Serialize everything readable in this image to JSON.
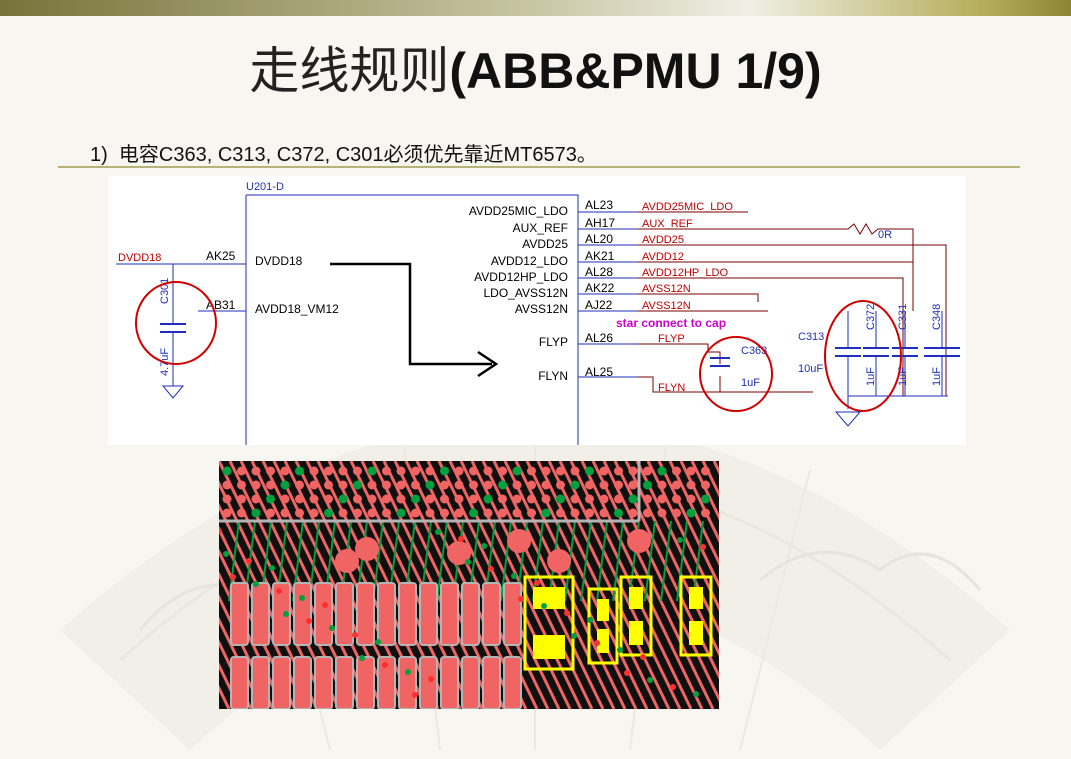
{
  "slide": {
    "title_cn": "走线规则",
    "title_en": "(ABB&PMU 1/9)",
    "bullet_num": "1)",
    "bullet_text": "电容C363, C313, C372, C301必须优先靠近MT6573。"
  },
  "schematic": {
    "part": "U201-D",
    "left_net": "DVDD18",
    "left_pins": [
      {
        "pin": "AK25",
        "name": "DVDD18"
      },
      {
        "pin": "AB31",
        "name": "AVDD18_VM12"
      }
    ],
    "right_pins": [
      {
        "name": "AVDD25MIC_LDO",
        "pin": "AL23",
        "net": "AVDD25MIC_LDO"
      },
      {
        "name": "AUX_REF",
        "pin": "AH17",
        "net": "AUX_REF"
      },
      {
        "name": "AVDD25",
        "pin": "AL20",
        "net": "AVDD25"
      },
      {
        "name": "AVDD12_LDO",
        "pin": "AK21",
        "net": "AVDD12"
      },
      {
        "name": "AVDD12HP_LDO",
        "pin": "AL28",
        "net": "AVDD12HP_LDO"
      },
      {
        "name": "LDO_AVSS12N",
        "pin": "AK22",
        "net": "AVSS12N"
      },
      {
        "name": "AVSS12N",
        "pin": "AJ22",
        "net": "AVSS12N"
      },
      {
        "name": "FLYP",
        "pin": "AL26",
        "net": "FLYP"
      },
      {
        "name": "FLYN",
        "pin": "AL25",
        "net": "FLYN"
      }
    ],
    "resistor": "0R",
    "note": "star connect to cap",
    "caps": {
      "c301": {
        "ref": "C301",
        "val": "4.7uF"
      },
      "c363": {
        "ref": "C363",
        "val": "1uF"
      },
      "c313": {
        "ref": "C313",
        "val": "10uF"
      },
      "c372": {
        "ref": "C372",
        "val": "1uF"
      },
      "c331": {
        "ref": "C331",
        "val": "1uF"
      },
      "c348": {
        "ref": "C348",
        "val": "1uF"
      }
    },
    "colors": {
      "net": "#c00000",
      "line": "#1f2fb8",
      "wire": "#7a0000",
      "circle": "#d00000",
      "note": "#cc00cc"
    }
  },
  "pcb": {
    "colors": {
      "board": "#101010",
      "copper": "#f06464",
      "green": "#00a040",
      "outline": "#b4b4b4",
      "highlight": "#ffff00"
    }
  }
}
